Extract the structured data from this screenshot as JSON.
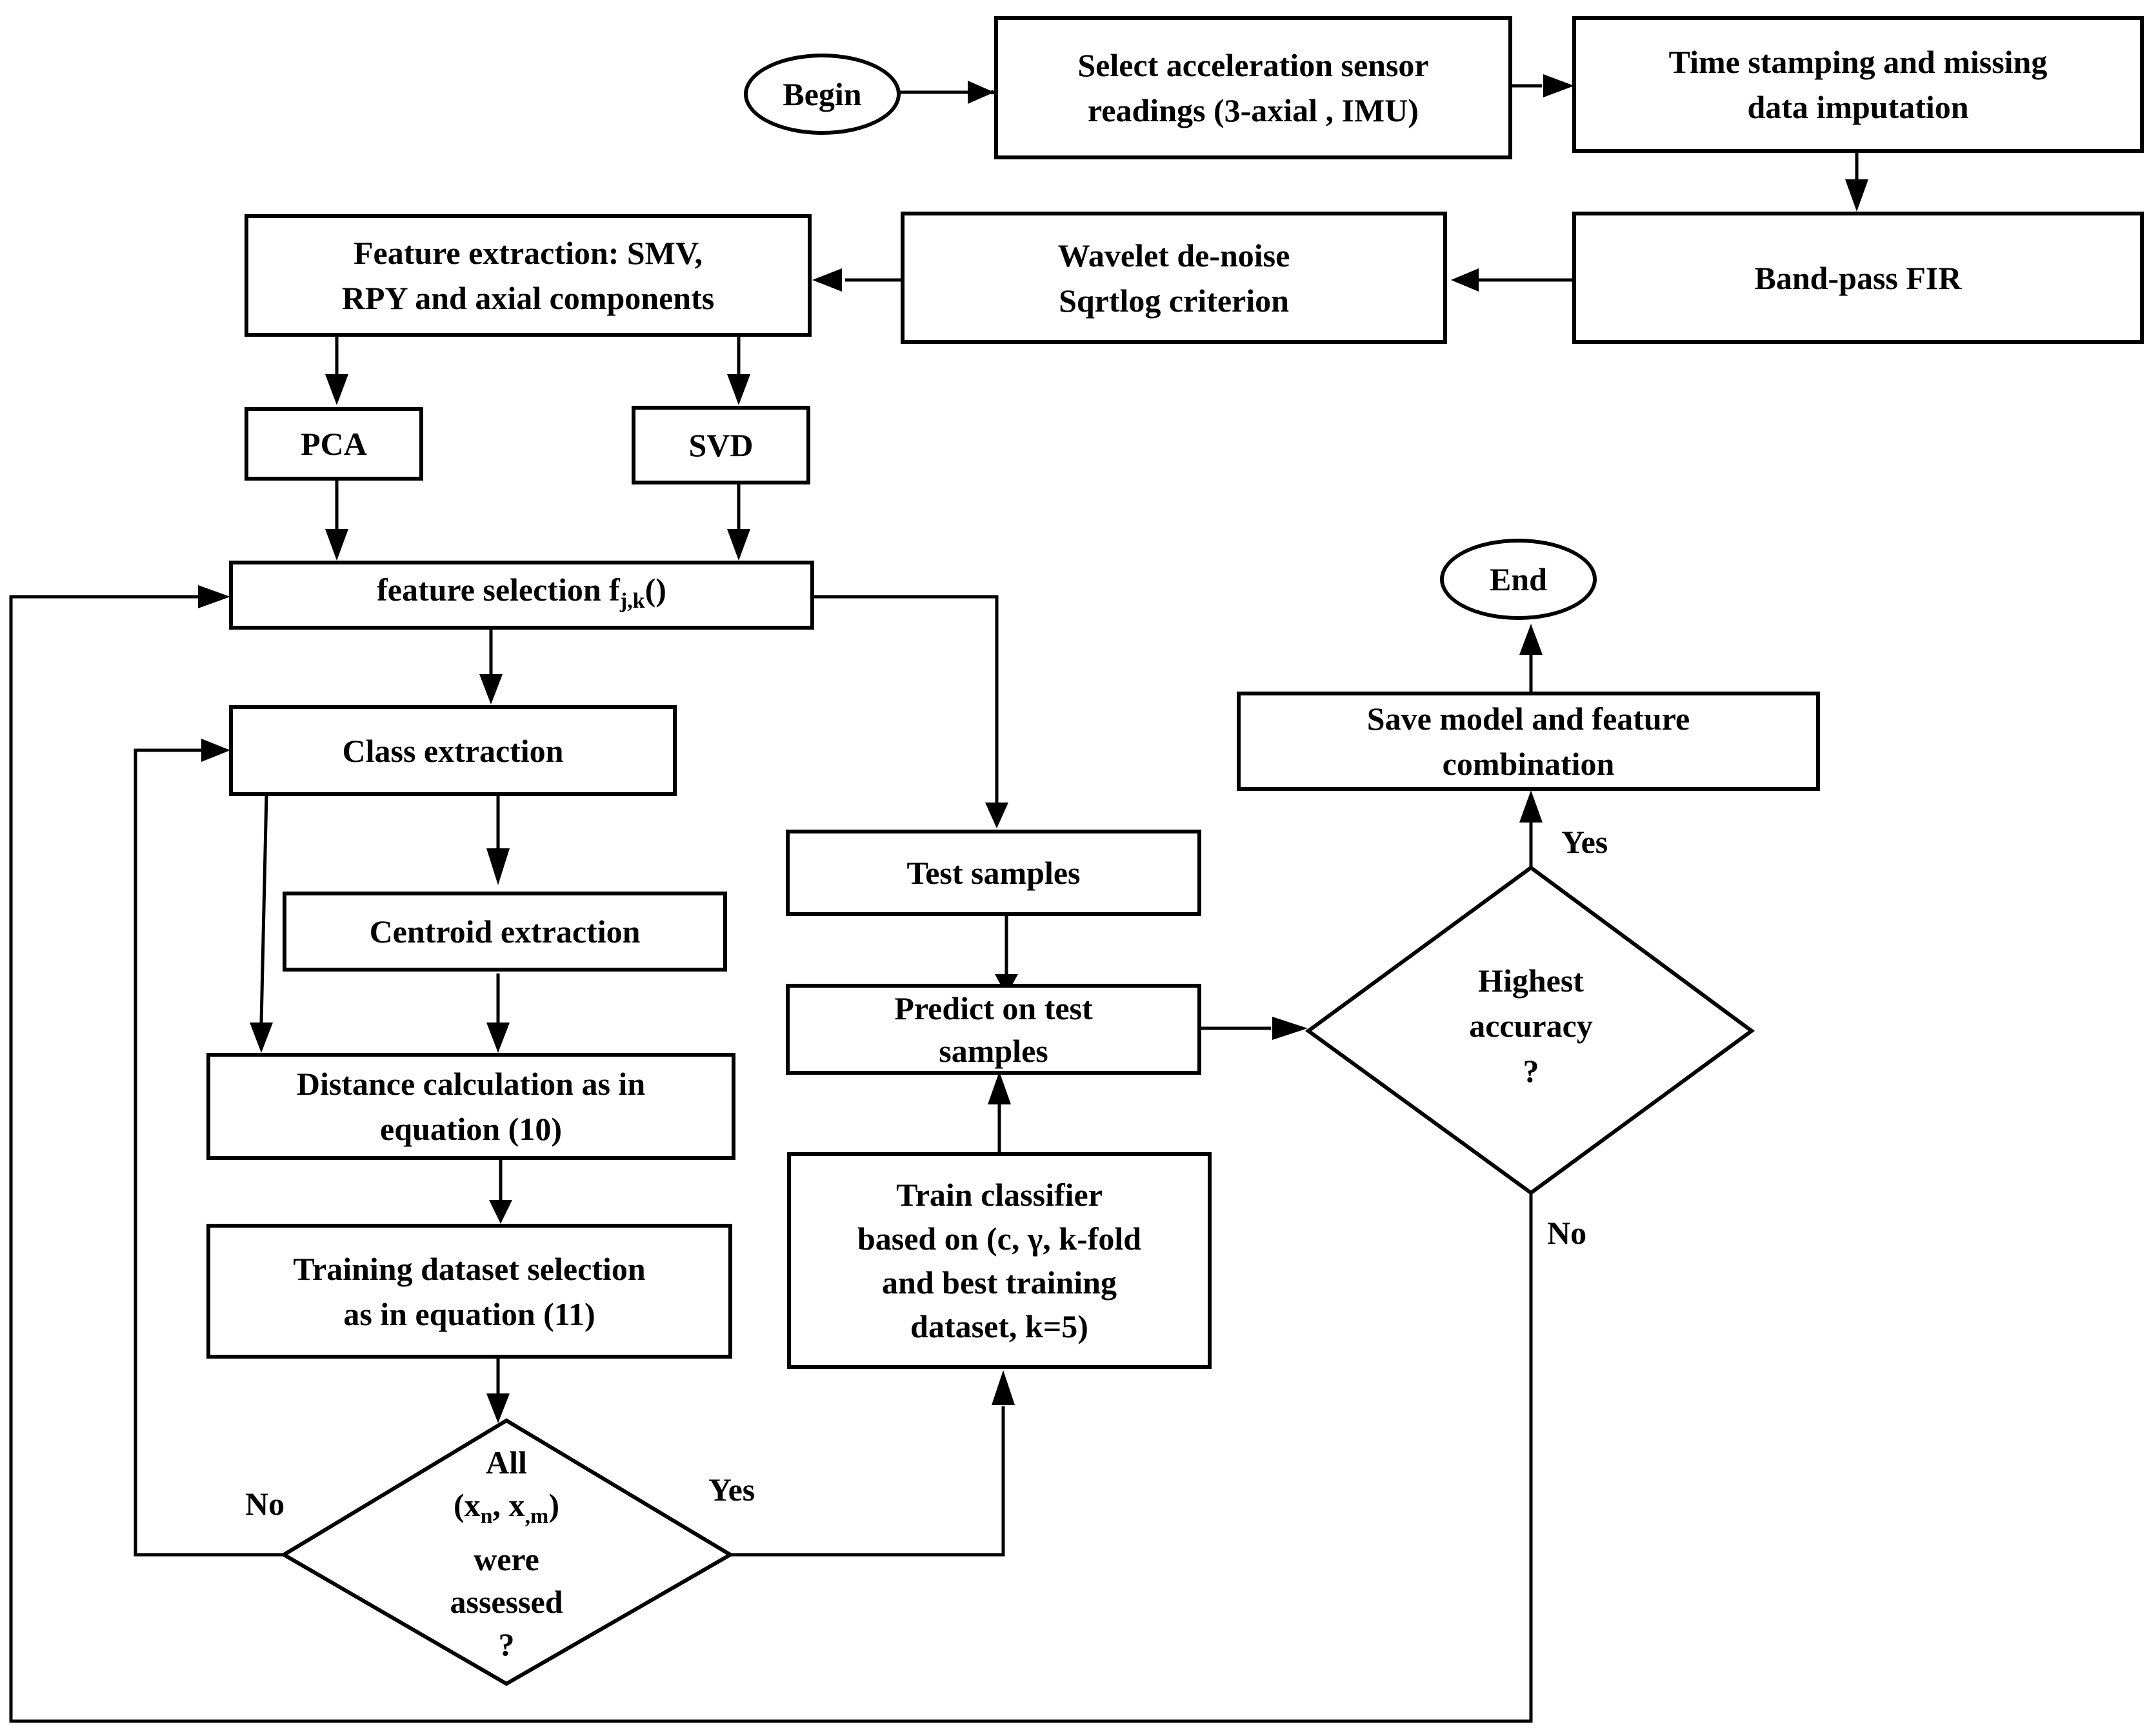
{
  "nodes": {
    "begin": "Begin",
    "select_sensor": [
      "Select acceleration sensor",
      "readings (3-axial , IMU)"
    ],
    "time_stamping": [
      "Time stamping and missing",
      "data imputation"
    ],
    "bandpass": "Band-pass FIR",
    "wavelet": [
      "Wavelet de-noise",
      "Sqrtlog criterion"
    ],
    "feature_extraction": [
      "Feature extraction: SMV,",
      "RPY and axial components"
    ],
    "pca": "PCA",
    "svd": "SVD",
    "feature_selection": {
      "prefix": "feature selection f",
      "sub": "j,k",
      "suffix": "()"
    },
    "class_extraction": "Class extraction",
    "centroid_extraction": "Centroid extraction",
    "distance_calc": [
      "Distance calculation as in",
      "equation (10)"
    ],
    "training_selection": [
      "Training dataset selection",
      "as in equation (11)"
    ],
    "assessed": {
      "line1": "All",
      "open": "(x",
      "sub1": "n",
      "mid": ", x",
      "sub2": ",m",
      "close": ")",
      "line3": "were",
      "line4": "assessed",
      "line5": "?"
    },
    "test_samples": "Test samples",
    "predict": [
      "Predict on test",
      "samples"
    ],
    "train_classifier": [
      "Train classifier",
      "based on (c,  γ, k-fold",
      "and best training",
      "dataset,  k=5)"
    ],
    "highest_accuracy": [
      "Highest",
      "accuracy",
      "?"
    ],
    "save_model": [
      "Save model and feature",
      "combination"
    ],
    "end": "End"
  },
  "edge_labels": {
    "no_left": "No",
    "yes_bottom": "Yes",
    "yes_right": "Yes",
    "no_right": "No"
  }
}
